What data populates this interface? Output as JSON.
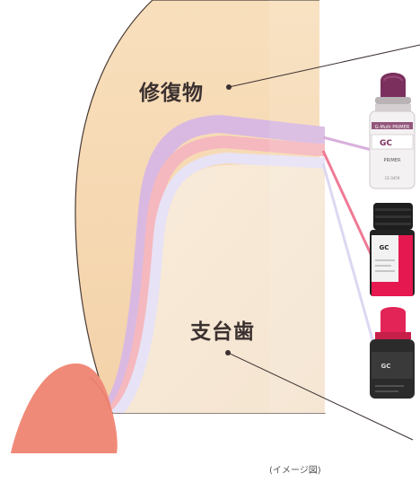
{
  "labels": {
    "restoration": "修復物",
    "abutment_tooth": "支台歯"
  },
  "caption": "(イメージ図)",
  "bottle_1": {
    "brand": "G-Multi PRIMER",
    "logo": "GC",
    "sub": "PRIMER",
    "fine_print": "CE 0459"
  },
  "bottle_2": {
    "brand": "GC"
  },
  "bottle_3": {
    "brand": "GC"
  },
  "colors": {
    "restoration_fill": "#f6d9b2",
    "abutment_fill": "#f8ead7",
    "outline": "#4a3b35",
    "layer_purple": "#d8b8e0",
    "layer_pink": "#f6b6bd",
    "layer_lavender": "#e6e0f4",
    "gum": "#f08a78",
    "pointer_line": "#3b3130"
  }
}
